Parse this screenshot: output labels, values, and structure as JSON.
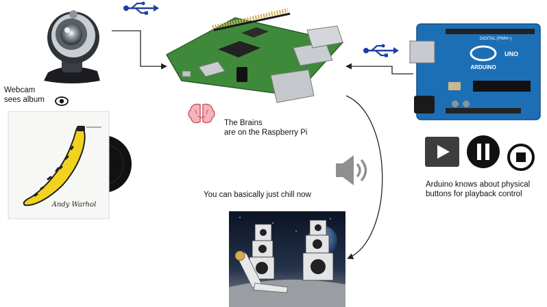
{
  "webcam": {
    "caption_lines": [
      "Webcam",
      "sees album"
    ]
  },
  "album": {
    "signature": "Andy Warhol"
  },
  "brain": {
    "caption_lines": [
      "The Brains",
      "are on the Raspberry Pi"
    ]
  },
  "arduino": {
    "board_text_digital": "DIGITAL (PWM~)",
    "board_text_brand": "ARDUINO",
    "board_text_uno": "UNO",
    "caption_lines": [
      "Arduino knows about physical",
      "buttons for playback control"
    ]
  },
  "playback_buttons": [
    "play-icon",
    "pause-icon",
    "stop-icon"
  ],
  "speaker": {
    "icon": "speaker-icon"
  },
  "chill": {
    "caption": "You can basically just chill now"
  },
  "colors": {
    "usb_icon": "#1f3fa0",
    "pi_board": "#3f8a3a",
    "arduino_board": "#1d6fb5",
    "brain": "#e07a86",
    "arrow": "#222222"
  }
}
